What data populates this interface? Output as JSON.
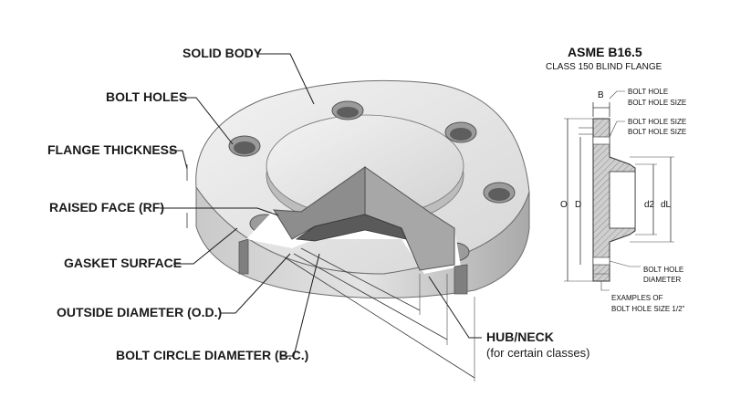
{
  "labels": {
    "solid_body": "SOLID BODY",
    "bolt_holes": "BOLT HOLES",
    "flange_thickness": "FLANGE THICKNESS",
    "raised_face": "RAISED FACE (RF)",
    "gasket_surface": "GASKET SURFACE",
    "outside_diameter": "OUTSIDE DIAMETER (O.D.)",
    "bolt_circle_diameter": "BOLT CIRCLE DIAMETER (B.C.)",
    "hub_neck": "HUB/NECK",
    "hub_neck_note": "(for certain classes)"
  },
  "spec": {
    "title": "ASME B16.5",
    "subtitle": "CLASS 150 BLIND FLANGE",
    "dim_b": "B",
    "dim_o": "O",
    "dim_d": "D",
    "dim_d2": "d2",
    "dim_dl": "dL",
    "note_bolt_hole_1": "BOLT HOLE",
    "note_bolt_hole_size_1": "BOLT HOLE SIZE",
    "note_bolt_hole_size_2": "BOLT HOLE SIZE",
    "note_bolt_hole_size_3": "BOLT HOLE SIZE",
    "note_bolt_hole_2": "BOLT HOLE",
    "note_diameter": "DIAMETER",
    "note_examples_of": "EXAMPLES OF",
    "note_bolt_hole_size_half": "BOLT HOLE SIZE 1/2\""
  },
  "colors": {
    "metal_light": "#e9e9e9",
    "metal_mid": "#cfcfcf",
    "metal_dark": "#8e8e8e",
    "cut_face": "#7a7a7a",
    "hatch": "#b8b8b8"
  }
}
